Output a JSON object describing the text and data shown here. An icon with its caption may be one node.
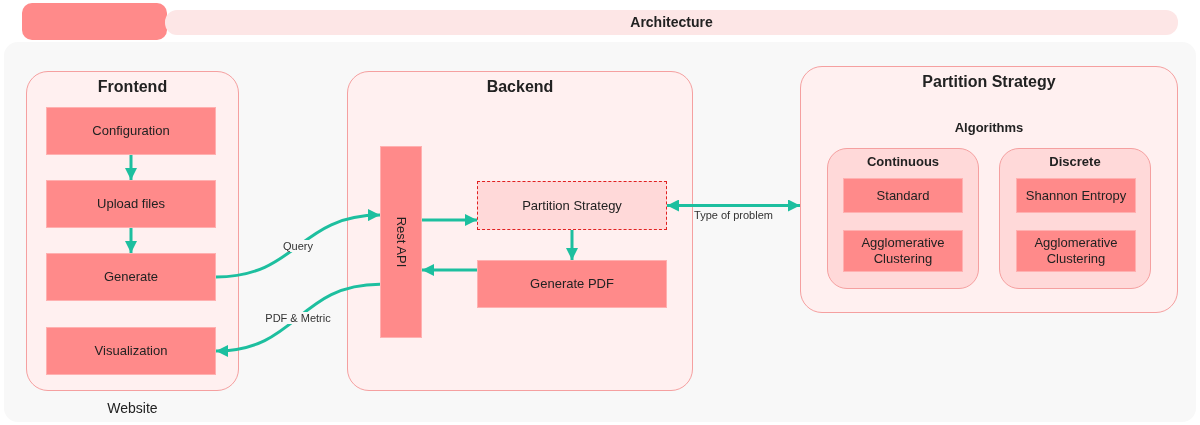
{
  "diagram": {
    "nodes": [
      {
        "text": [],
        "shape": "box"
      },
      {
        "text": [
          "Architecture"
        ]
      },
      {
        "text": [
          "Frontend"
        ],
        "beside": [
          "Website"
        ]
      },
      {
        "text": [
          "Configuration"
        ],
        "in": 2
      },
      {
        "text": [
          "Upload files"
        ],
        "in": 2
      },
      {
        "text": [
          "Generate"
        ],
        "in": 2
      },
      {
        "text": [
          "Visualization"
        ],
        "in": 2
      },
      {
        "text": [
          "Backend"
        ]
      },
      {
        "text": [
          "Rest API"
        ],
        "in": 7
      },
      {
        "text": [
          "Partition Strategy"
        ],
        "in": 7
      },
      {
        "text": [
          "Generate PDF"
        ],
        "in": 7
      },
      {
        "text": [
          "Partition Strategy",
          "Algorithms"
        ]
      },
      {
        "text": [
          "Continuous"
        ],
        "in": 11
      },
      {
        "text": [
          "Standard"
        ],
        "in": 12
      },
      {
        "text": [
          "Agglomerative Clustering"
        ],
        "in": 12
      },
      {
        "text": [
          "Discrete"
        ],
        "in": 11
      },
      {
        "text": [
          "Shannon Entropy"
        ],
        "in": 15
      },
      {
        "text": [
          "Agglomerative Clustering"
        ],
        "in": 15
      }
    ],
    "edges": [
      {
        "from": 3,
        "to": 4,
        "arrow": "to"
      },
      {
        "from": 4,
        "to": 5,
        "arrow": "to"
      },
      {
        "from": 5,
        "to": 8,
        "arrow": "to",
        "label": "Query"
      },
      {
        "from": 8,
        "to": 6,
        "arrow": "to",
        "label": "PDF & Metric"
      },
      {
        "from": 8,
        "to": 9,
        "arrow": "to"
      },
      {
        "from": 9,
        "to": 10,
        "arrow": "to"
      },
      {
        "from": 10,
        "to": 8,
        "arrow": "to"
      },
      {
        "from": 9,
        "to": 11,
        "arrow": "both",
        "label": "Type of problem"
      }
    ]
  }
}
